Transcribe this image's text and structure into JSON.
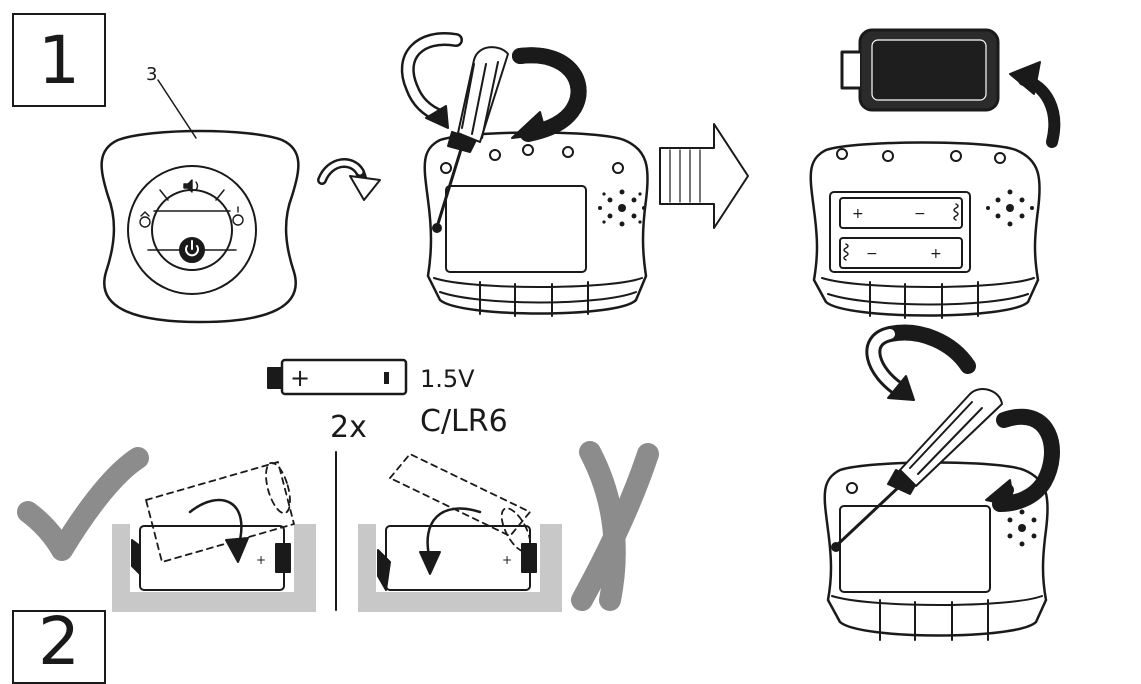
{
  "steps": {
    "step1": "1",
    "step2": "2"
  },
  "labels": {
    "callout": "3",
    "voltage": "1.5V",
    "count": "2x",
    "battery_type": "C/LR6"
  },
  "battery_symbol": {
    "plus": "+"
  },
  "tray": {
    "plus_left": "+",
    "minus_left": "−",
    "minus_right": "−",
    "plus_right": "+"
  },
  "insert_correct": {
    "plus": "+"
  },
  "insert_wrong": {
    "plus": "+"
  },
  "colors": {
    "ink": "#1a1a1a",
    "grey_mark": "#8c8c8c",
    "tray_grey": "#c8c8c8",
    "battery_fill": "#2b2b2b"
  },
  "icons": [
    "rotate-arrow-icon",
    "screwdriver-icon",
    "next-arrow-icon",
    "lift-arrow-icon",
    "check-icon",
    "cross-icon"
  ]
}
